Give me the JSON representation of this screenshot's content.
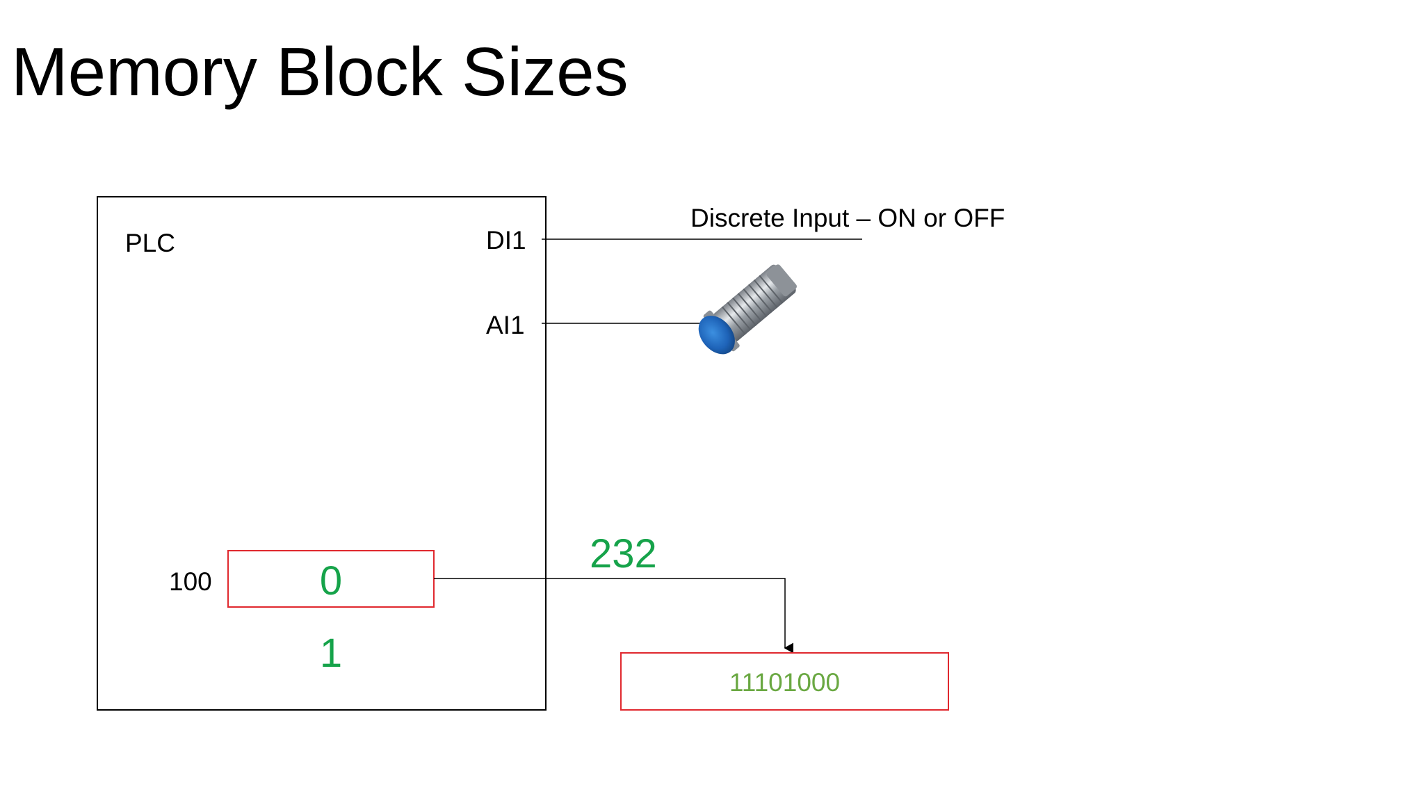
{
  "title": "Memory Block Sizes",
  "plc": {
    "label": "PLC",
    "di1": "DI1",
    "ai1": "AI1",
    "address": "100",
    "cell_value": "0",
    "bit_value": "1"
  },
  "input_description": "Discrete Input – ON or OFF",
  "decimal_value": "232",
  "binary_value": "11101000",
  "colors": {
    "value_green": "#16a34a",
    "binary_green": "#6aa842",
    "register_border": "#e0282e",
    "line": "#000000"
  },
  "icons": {
    "sensor": "inductive-proximity-sensor"
  }
}
